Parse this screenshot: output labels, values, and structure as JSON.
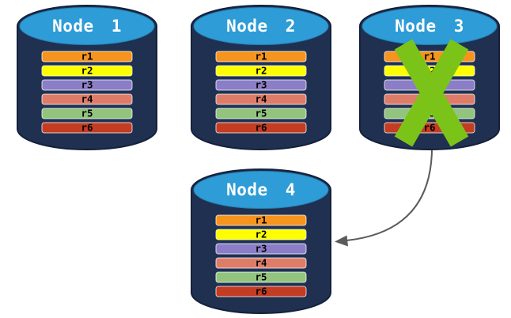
{
  "nodes": [
    {
      "label": "Node 1"
    },
    {
      "label": "Node 2"
    },
    {
      "label": "Node 3"
    },
    {
      "label": "Node 4"
    }
  ],
  "replicas": [
    {
      "label": "r1",
      "color": "#F7941D"
    },
    {
      "label": "r2",
      "color": "#FEFE00"
    },
    {
      "label": "r3",
      "color": "#8B7EC6"
    },
    {
      "label": "r4",
      "color": "#DD7D69"
    },
    {
      "label": "r5",
      "color": "#92C47E"
    },
    {
      "label": "r6",
      "color": "#C43C22"
    }
  ],
  "colors": {
    "background": "#FFFFFF",
    "cylinder_body": "#1F3051",
    "cylinder_outline": "#14213B",
    "cylinder_top": "#2E9CD6",
    "title_text": "#FFFFFF",
    "bar_text": "#000000"
  },
  "failure_mark": {
    "name": "green-cross",
    "color": "#7CC319",
    "on_node": "Node 3"
  },
  "arrow": {
    "color": "#5B5B5B",
    "from": "Node 3",
    "to": "Node 4"
  }
}
